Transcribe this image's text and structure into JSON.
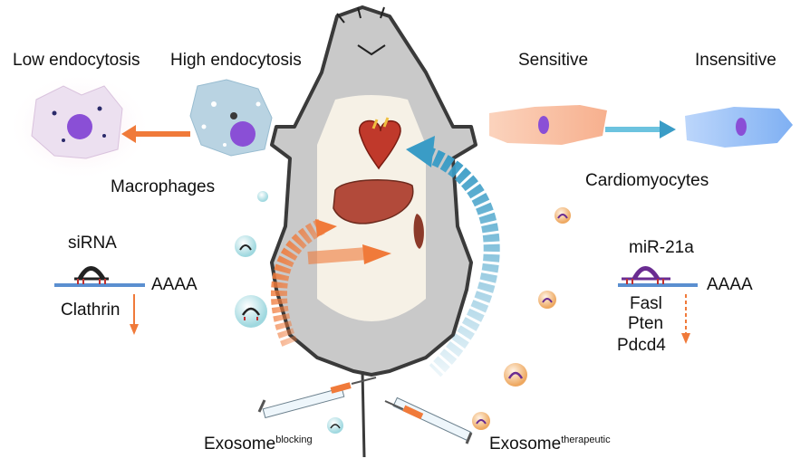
{
  "labels": {
    "low_endocytosis": "Low endocytosis",
    "high_endocytosis": "High endocytosis",
    "sensitive": "Sensitive",
    "insensitive": "Insensitive",
    "macrophages": "Macrophages",
    "cardiomyocytes": "Cardiomyocytes",
    "sirna": "siRNA",
    "mir21a": "miR-21a",
    "aaaa_left": "AAAA",
    "aaaa_right": "AAAA",
    "clathrin": "Clathrin",
    "fasl": "Fasl",
    "pten": "Pten",
    "pdcd4": "Pdcd4",
    "exosome_blocking_base": "Exosome",
    "exosome_blocking_sup": "blocking",
    "exosome_therapeutic_base": "Exosome",
    "exosome_therapeutic_sup": "therapeutic"
  },
  "colors": {
    "orange": "#f07a3a",
    "blue": "#3a9cc6",
    "mouse_gray": "#c9c9c9",
    "cell_purple": "#8a4fd6",
    "mrna_blue": "#5b8fd0",
    "sirna_black": "#222222",
    "mirna_purple": "#6a2c91",
    "exo_teal": "#b8e4ea",
    "exo_orange": "#f3b46e"
  },
  "icons": [
    "macrophage-low-icon",
    "macrophage-high-icon",
    "cardiomyocyte-sensitive-icon",
    "cardiomyocyte-insensitive-icon",
    "heart-icon",
    "liver-icon",
    "syringe-icon",
    "exosome-icon"
  ]
}
